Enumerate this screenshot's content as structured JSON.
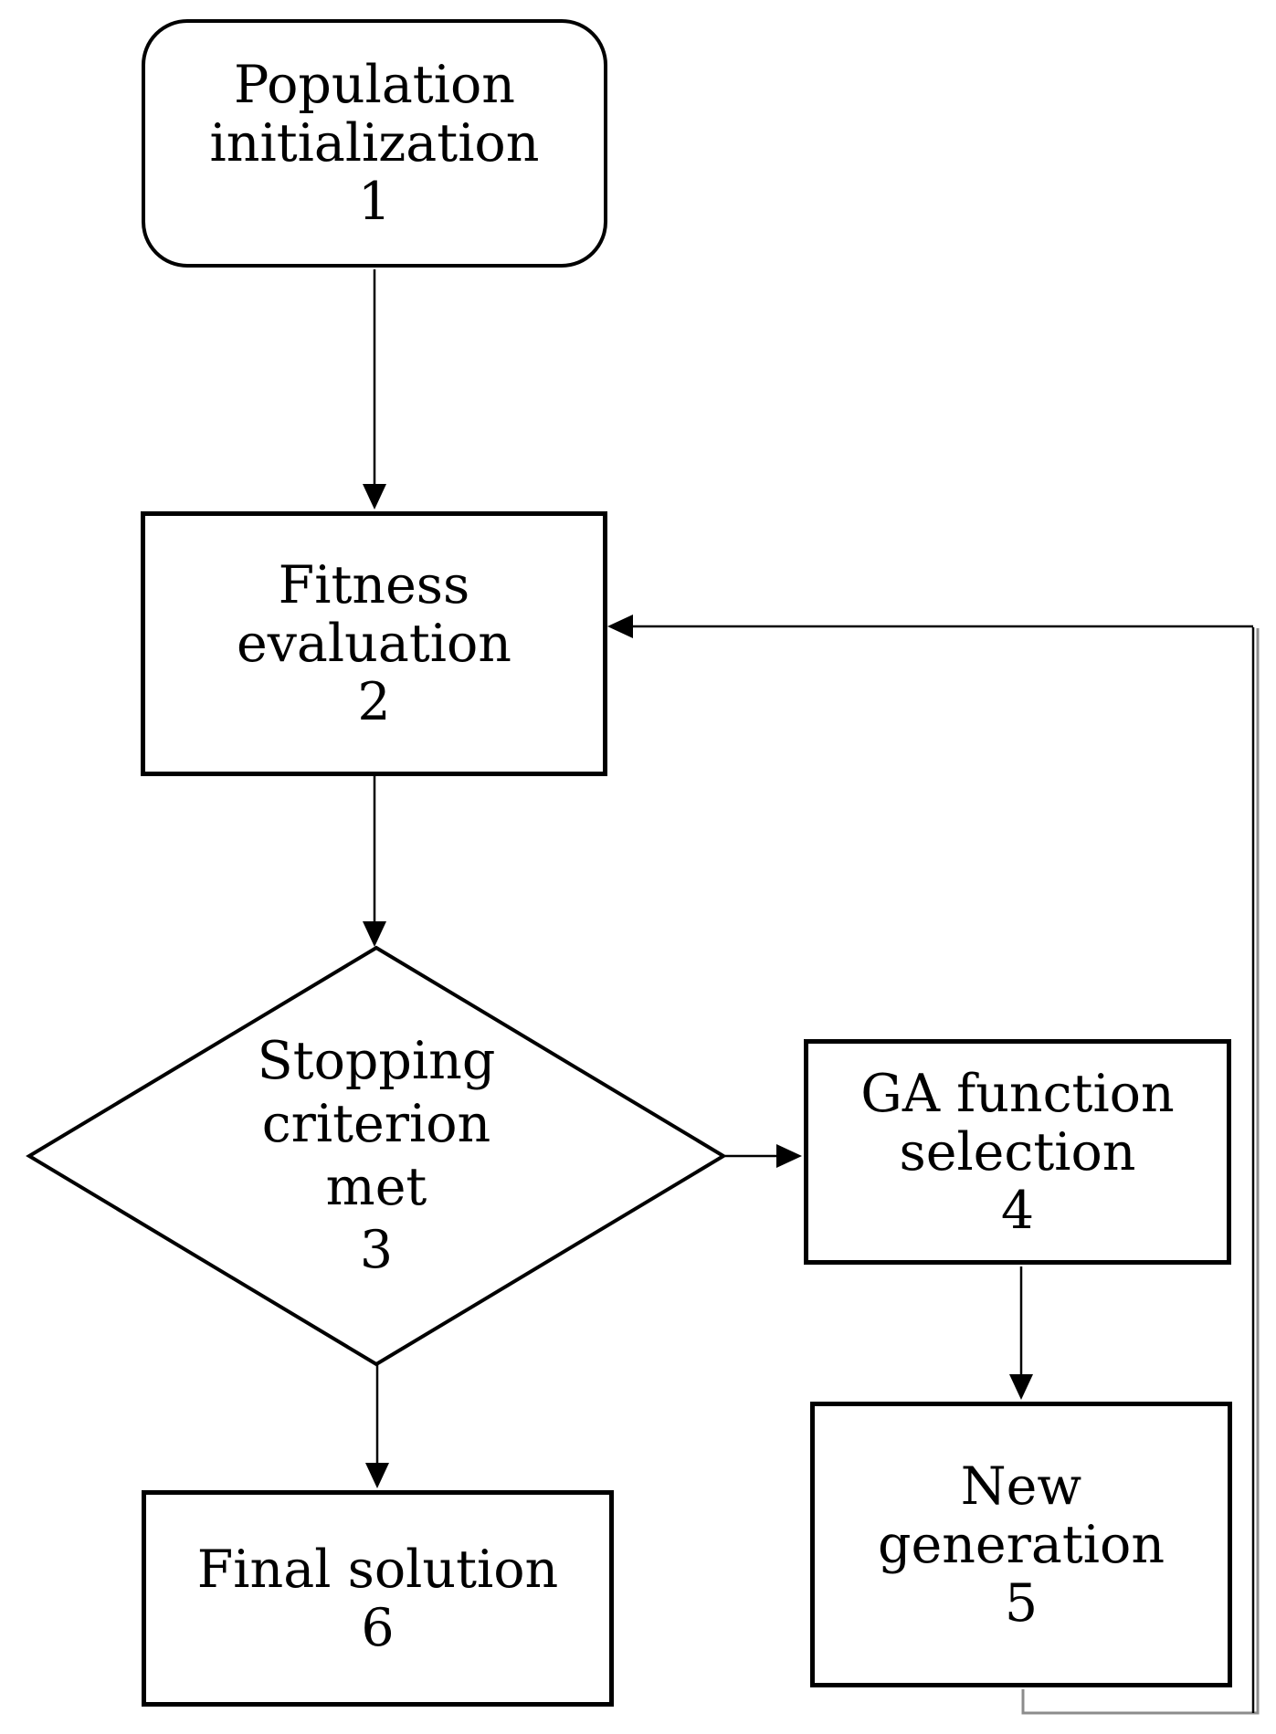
{
  "figure": {
    "background_color": "#ffffff",
    "stroke_color": "#000000",
    "feedback_shadow_color": "#8c8c8c",
    "nodes": [
      {
        "id": "1",
        "shape": "rounded-rect",
        "lines": [
          "Population",
          "initialization"
        ],
        "number": "1"
      },
      {
        "id": "2",
        "shape": "rect",
        "lines": [
          "Fitness",
          "evaluation"
        ],
        "number": "2"
      },
      {
        "id": "3",
        "shape": "diamond",
        "lines": [
          "Stopping",
          "criterion",
          "met"
        ],
        "number": "3"
      },
      {
        "id": "4",
        "shape": "rect",
        "lines": [
          "GA function",
          "selection"
        ],
        "number": "4"
      },
      {
        "id": "5",
        "shape": "rect",
        "lines": [
          "New",
          "generation"
        ],
        "number": "5"
      },
      {
        "id": "6",
        "shape": "rect",
        "lines": [
          "Final solution"
        ],
        "number": "6"
      }
    ],
    "edges": [
      {
        "from": "1",
        "to": "2",
        "type": "arrow"
      },
      {
        "from": "2",
        "to": "3",
        "type": "arrow"
      },
      {
        "from": "3",
        "to": "4",
        "type": "arrow"
      },
      {
        "from": "4",
        "to": "5",
        "type": "arrow"
      },
      {
        "from": "3",
        "to": "6",
        "type": "arrow"
      },
      {
        "from": "5",
        "to": "2",
        "type": "feedback-loop"
      }
    ]
  }
}
